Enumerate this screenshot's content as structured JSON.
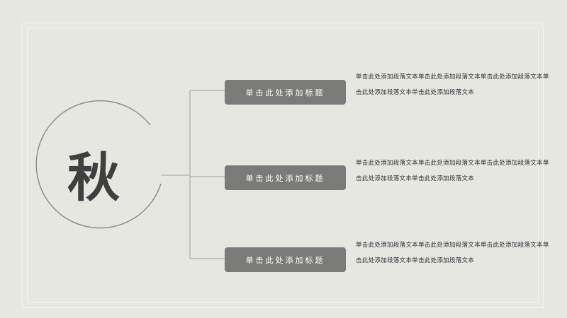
{
  "slide": {
    "big_char": "秋",
    "items": [
      {
        "title": "单击此处添加标题",
        "body": "单击此处添加段落文本单击此处添加段落文本单击此处添加段落文本单击此处添加段落文本单击此处添加段落文本"
      },
      {
        "title": "单击此处添加标题",
        "body": "单击此处添加段落文本单击此处添加段落文本单击此处添加段落文本单击此处添加段落文本单击此处添加段落文本"
      },
      {
        "title": "单击此处添加标题",
        "body": "单击此处添加段落文本单击此处添加段落文本单击此处添加段落文本单击此处添加段落文本单击此处添加段落文本"
      }
    ]
  },
  "colors": {
    "background": "#e7e7e2",
    "title_box": "#7a7a78",
    "line": "#9a9a96",
    "text": "#2e2e2e"
  }
}
